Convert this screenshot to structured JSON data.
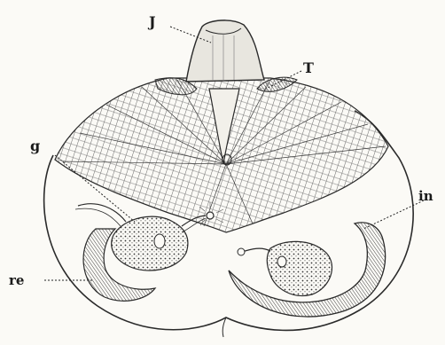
{
  "labels": {
    "J": "J",
    "T": "T",
    "g": "g",
    "in": "in",
    "re": "re"
  },
  "colors": {
    "paper": "#fbfaf6",
    "ink": "#2a2a2a",
    "hatch": "#555555"
  }
}
